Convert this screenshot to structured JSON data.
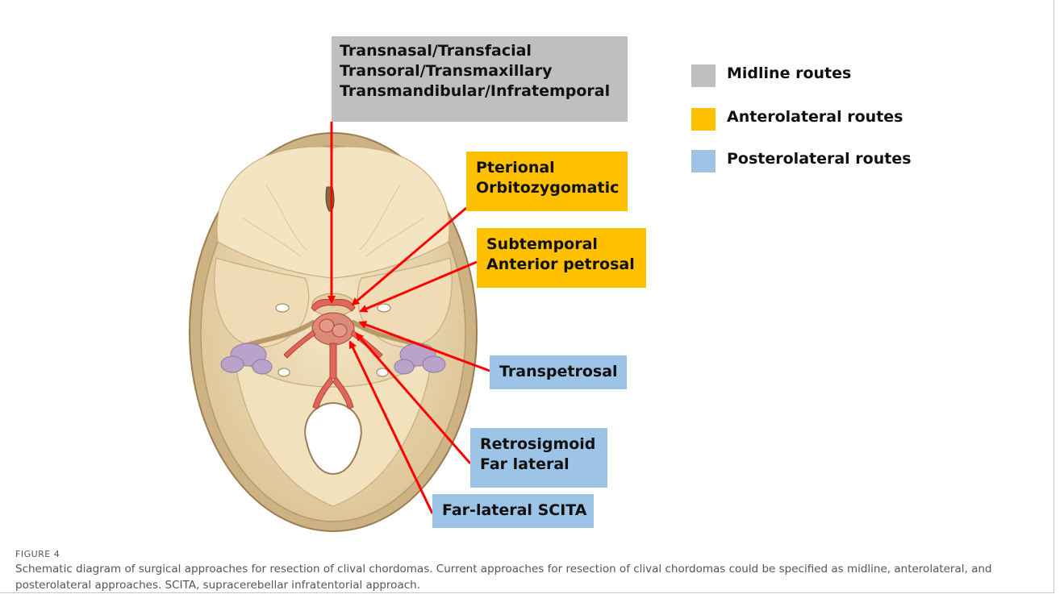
{
  "boxes": {
    "midline": [
      "Transnasal/Transfacial",
      "Transoral/Transmaxillary",
      "Transmandibular/Infratemporal"
    ],
    "pterional": [
      "Pterional",
      "Orbitozygomatic"
    ],
    "subtemporal": [
      "Subtemporal",
      "Anterior petrosal"
    ],
    "transpetrosal": [
      "Transpetrosal"
    ],
    "retrosigmoid": [
      "Retrosigmoid",
      "Far lateral"
    ],
    "scita": [
      "Far-lateral SCITA"
    ]
  },
  "legend": [
    {
      "label": "Midline routes",
      "color": "#bfbfbf"
    },
    {
      "label": "Anterolateral routes",
      "color": "#ffc000"
    },
    {
      "label": "Posterolateral routes",
      "color": "#9dc3e6"
    }
  ],
  "colors": {
    "arrow": "#ff0000",
    "bone": "#ead8b3",
    "artery": "#e0655a"
  },
  "figure_label": "FIGURE 4",
  "caption": "Schematic diagram of surgical approaches for resection of clival chordomas. Current approaches for resection of clival chordomas could be specified as midline, anterolateral, and posterolateral approaches. SCITA, supracerebellar infratentorial approach."
}
